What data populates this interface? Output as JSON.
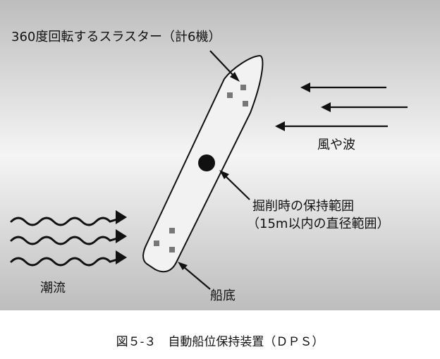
{
  "labels": {
    "thruster": "360度回転するスラスター（計6機）",
    "wind_waves": "風や波",
    "holding_range_line1": "掘削時の保持範囲",
    "holding_range_line2": "（15m以内の直径範囲）",
    "current": "潮流",
    "hull_bottom": "船底"
  },
  "caption": "図５-３　自動船位保持装置（ＤＰＳ）",
  "colors": {
    "background_gradient_dark": "#bcbcbc",
    "background_gradient_light": "#f4f4f4",
    "ship_fill": "#f2f2f2",
    "ink": "#111111",
    "thruster_square": "#777777"
  }
}
